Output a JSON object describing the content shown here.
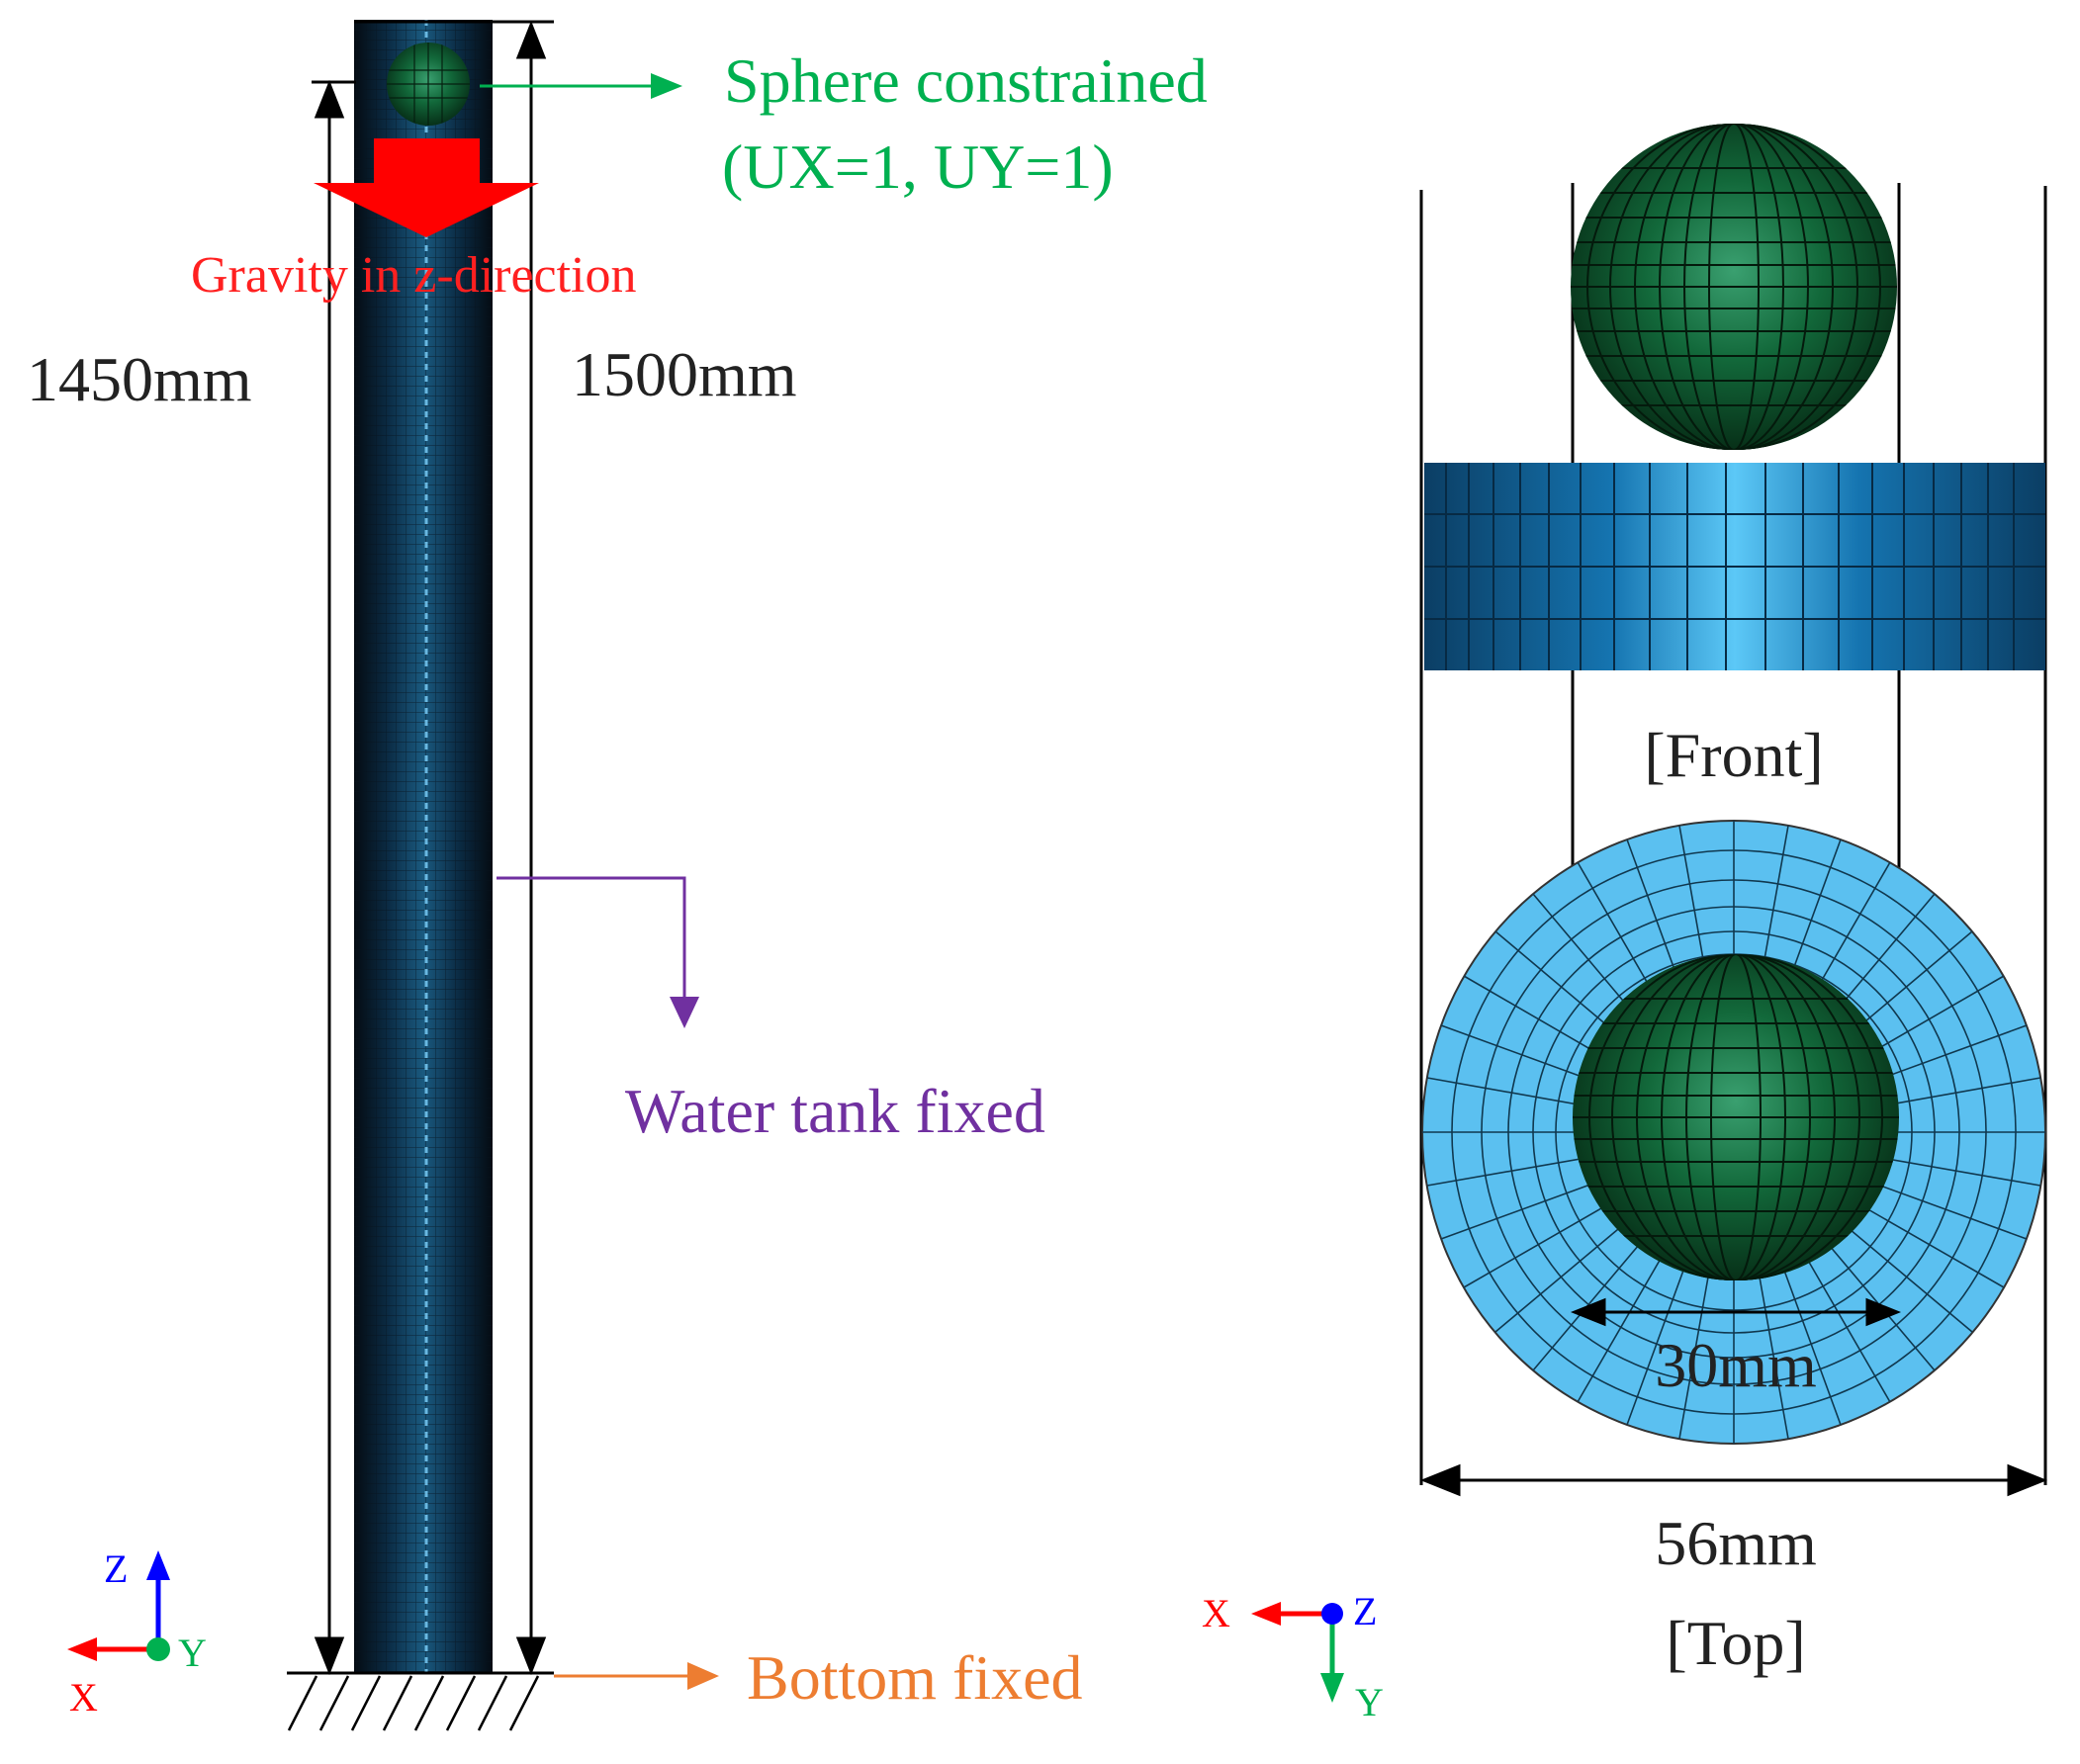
{
  "labels": {
    "sphere_constrained_line1": "Sphere constrained",
    "sphere_constrained_line2": "(UX=1, UY=1)",
    "gravity": "Gravity in z-direction",
    "height_1450": "1450mm",
    "height_1500": "1500mm",
    "water_tank_fixed": "Water tank fixed",
    "bottom_fixed": "Bottom fixed",
    "front_view": "[Front]",
    "top_view": "[Top]",
    "sphere_diameter": "30mm",
    "tank_diameter": "56mm"
  },
  "axes_left": {
    "z": "Z",
    "y": "Y",
    "x": "X"
  },
  "axes_right": {
    "x": "X",
    "z": "Z",
    "y": "Y"
  },
  "colors": {
    "constraint_green": "#00b050",
    "gravity_red": "#ff0000",
    "water_purple": "#7030a0",
    "bottom_orange": "#ed7d31",
    "sphere_green": "#0d5a2a",
    "tank_blue": "#5bc0f0",
    "tank_dark": "#0a2a40",
    "axis_blue": "#0000ff",
    "axis_green": "#00b050",
    "axis_red": "#ff0000"
  }
}
